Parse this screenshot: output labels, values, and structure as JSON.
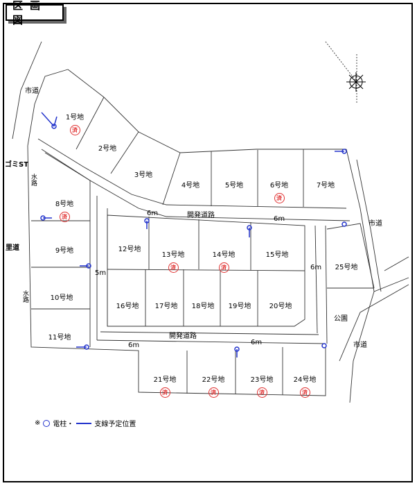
{
  "title": "区画図",
  "colors": {
    "line": "#333333",
    "pole": "#2233cc",
    "sold": "#e03030"
  },
  "labels": {
    "city_road_left": "市道",
    "city_road_right": "市道",
    "city_road_bottom": "市道",
    "garbage": "ゴミST",
    "waterway_top": "水路",
    "waterway_bottom": "水路",
    "black_road": "里道",
    "dev_road_top": "開発道路",
    "dev_road_bottom": "開発道路",
    "park": "公園",
    "w1": "6m",
    "w2": "6m",
    "w3": "5m",
    "w4": "6m",
    "w5": "6m",
    "w6": "6m"
  },
  "lots": [
    {
      "name": "1号地",
      "sold": true
    },
    {
      "name": "2号地",
      "sold": false
    },
    {
      "name": "3号地",
      "sold": false
    },
    {
      "name": "4号地",
      "sold": false
    },
    {
      "name": "5号地",
      "sold": false
    },
    {
      "name": "6号地",
      "sold": true
    },
    {
      "name": "7号地",
      "sold": false
    },
    {
      "name": "8号地",
      "sold": true
    },
    {
      "name": "9号地",
      "sold": false
    },
    {
      "name": "10号地",
      "sold": false
    },
    {
      "name": "11号地",
      "sold": false
    },
    {
      "name": "12号地",
      "sold": false
    },
    {
      "name": "13号地",
      "sold": true
    },
    {
      "name": "14号地",
      "sold": true
    },
    {
      "name": "15号地",
      "sold": false
    },
    {
      "name": "16号地",
      "sold": false
    },
    {
      "name": "17号地",
      "sold": false
    },
    {
      "name": "18号地",
      "sold": false
    },
    {
      "name": "19号地",
      "sold": false
    },
    {
      "name": "20号地",
      "sold": false
    },
    {
      "name": "21号地",
      "sold": true
    },
    {
      "name": "22号地",
      "sold": true
    },
    {
      "name": "23号地",
      "sold": true
    },
    {
      "name": "24号地",
      "sold": true
    },
    {
      "name": "25号地",
      "sold": false
    }
  ],
  "sold_mark": "済",
  "legend": {
    "prefix": "※",
    "pole": "電柱・",
    "wire": "支線予定位置"
  }
}
